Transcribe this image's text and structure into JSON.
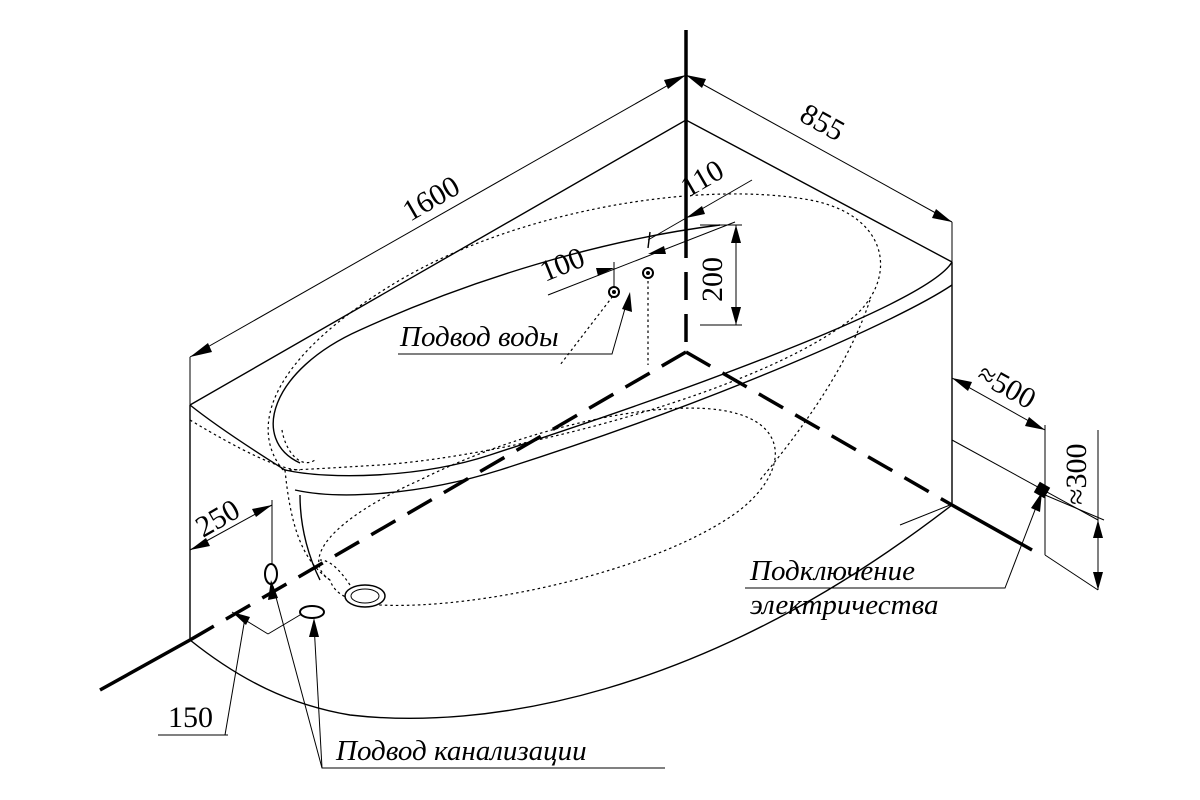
{
  "dimensions": {
    "length": "1600",
    "width": "855",
    "tap_offset": "110",
    "tap_spacing": "100",
    "tap_height": "200",
    "elec_distance": "≈500",
    "elec_height": "≈300",
    "drain_offset": "250",
    "drain_spacing": "150"
  },
  "labels": {
    "water_supply": "Подвод воды",
    "electricity_line1": "Подключение",
    "electricity_line2": "электричества",
    "sewer": "Подвод канализации"
  }
}
